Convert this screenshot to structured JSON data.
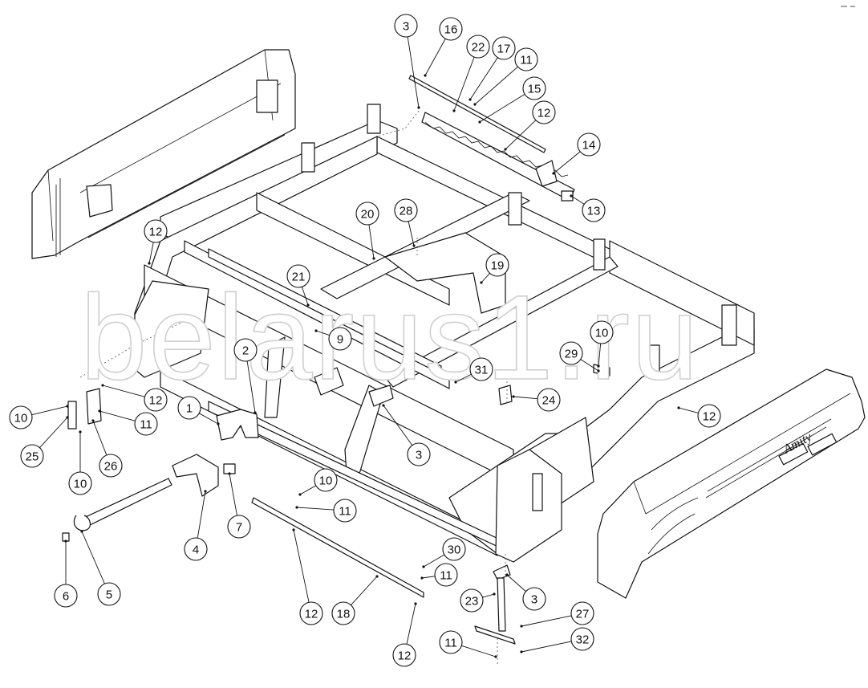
{
  "watermark": "belarus1.ru",
  "brand": "Amity",
  "callouts": [
    {
      "label": "1"
    },
    {
      "label": "2"
    },
    {
      "label": "3"
    },
    {
      "label": "3"
    },
    {
      "label": "3"
    },
    {
      "label": "4"
    },
    {
      "label": "5"
    },
    {
      "label": "6"
    },
    {
      "label": "7"
    },
    {
      "label": "9"
    },
    {
      "label": "10"
    },
    {
      "label": "10"
    },
    {
      "label": "10"
    },
    {
      "label": "10"
    },
    {
      "label": "11"
    },
    {
      "label": "11"
    },
    {
      "label": "11"
    },
    {
      "label": "11"
    },
    {
      "label": "11"
    },
    {
      "label": "12"
    },
    {
      "label": "12"
    },
    {
      "label": "12"
    },
    {
      "label": "12"
    },
    {
      "label": "12"
    },
    {
      "label": "12"
    },
    {
      "label": "13"
    },
    {
      "label": "14"
    },
    {
      "label": "15"
    },
    {
      "label": "16"
    },
    {
      "label": "17"
    },
    {
      "label": "18"
    },
    {
      "label": "19"
    },
    {
      "label": "20"
    },
    {
      "label": "21"
    },
    {
      "label": "22"
    },
    {
      "label": "23"
    },
    {
      "label": "24"
    },
    {
      "label": "25"
    },
    {
      "label": "26"
    },
    {
      "label": "27"
    },
    {
      "label": "28"
    },
    {
      "label": "29"
    },
    {
      "label": "30"
    },
    {
      "label": "31"
    },
    {
      "label": "32"
    }
  ]
}
